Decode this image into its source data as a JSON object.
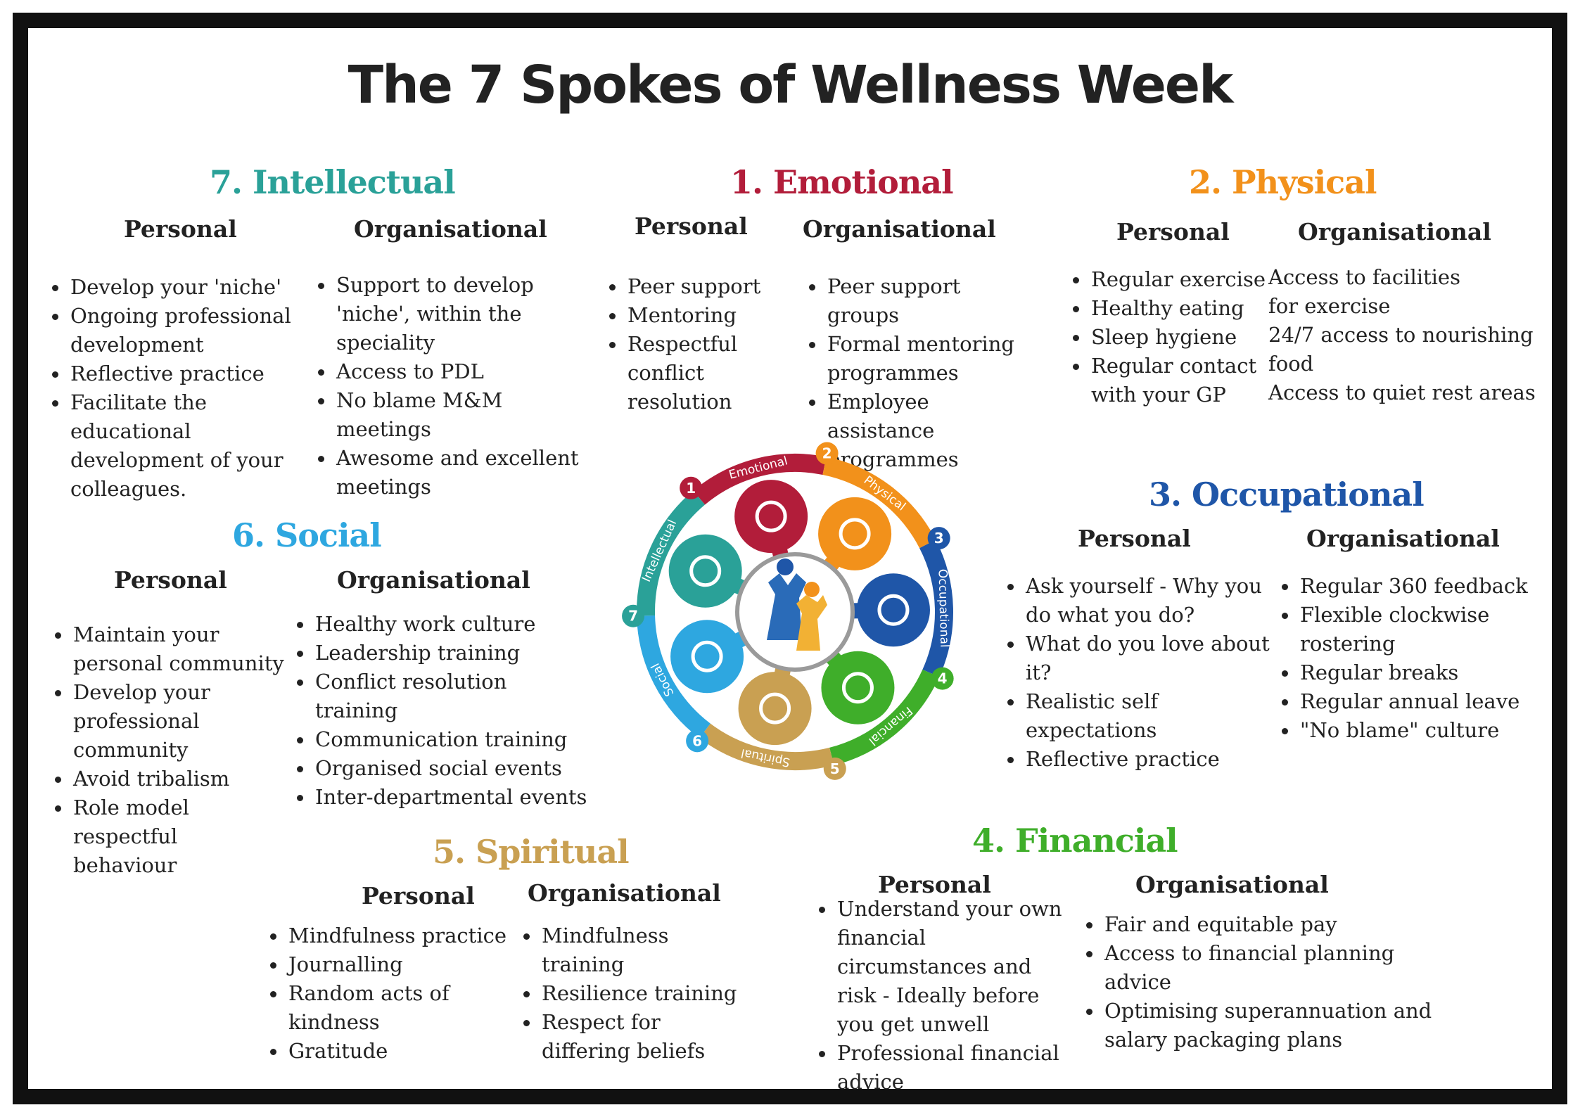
{
  "title": "The 7 Spokes of Wellness Week",
  "colors": {
    "emotional": "#b21d3a",
    "physical": "#f2911b",
    "occupational": "#1f56a8",
    "financial": "#3fae2a",
    "spiritual": "#c9a052",
    "social": "#2ea7e0",
    "intellectual": "#2aa198"
  },
  "sections": {
    "intellectual": {
      "title": "7. Intellectual",
      "personal_head": "Personal",
      "org_head": "Organisational",
      "personal": [
        "Develop your 'niche'",
        "Ongoing professional development",
        "Reflective practice",
        "Facilitate the educational development of your colleagues."
      ],
      "organisational": [
        "Support to develop 'niche', within the speciality",
        "Access to  PDL",
        "No blame M&M meetings",
        "Awesome and excellent meetings"
      ]
    },
    "emotional": {
      "title": "1. Emotional",
      "personal_head": "Personal",
      "org_head": "Organisational",
      "personal": [
        "Peer support",
        "Mentoring",
        "Respectful conflict resolution"
      ],
      "organisational": [
        "Peer support groups",
        "Formal mentoring programmes",
        "Employee assistance programmes"
      ]
    },
    "physical": {
      "title": "2. Physical",
      "personal_head": "Personal",
      "org_head": "Organisational",
      "personal": [
        "Regular exercise",
        "Healthy eating",
        "Sleep hygiene",
        "Regular contact with your GP"
      ],
      "organisational": [
        "Access to facilities",
        "for exercise",
        "24/7 access to nourishing",
        "food",
        "Access to quiet rest areas"
      ]
    },
    "social": {
      "title": "6. Social",
      "personal_head": "Personal",
      "org_head": "Organisational",
      "personal": [
        "Maintain your personal community",
        "Develop your professional community",
        "Avoid tribalism",
        "Role model respectful behaviour"
      ],
      "organisational": [
        "Healthy work culture",
        "Leadership training",
        "Conflict resolution training",
        "Communication training",
        "Organised social events",
        "Inter-departmental events"
      ]
    },
    "occupational": {
      "title": "3. Occupational",
      "personal_head": "Personal",
      "org_head": "Organisational",
      "personal": [
        "Ask yourself - Why you do what you do?",
        "What do you love about it?",
        "Realistic self expectations",
        "Reflective practice"
      ],
      "organisational": [
        "Regular 360  feedback",
        "Flexible clockwise rostering",
        "Regular breaks",
        "Regular annual leave",
        "\"No blame\" culture"
      ]
    },
    "spiritual": {
      "title": "5. Spiritual",
      "personal_head": "Personal",
      "org_head": "Organisational",
      "personal": [
        "Mindfulness practice",
        "Journalling",
        "Random acts of kindness",
        "Gratitude"
      ],
      "organisational": [
        "Mindfulness training",
        "Resilience training",
        "Respect for differing beliefs"
      ]
    },
    "financial": {
      "title": "4. Financial",
      "personal_head": "Personal",
      "org_head": "Organisational",
      "personal": [
        "Understand your own financial circumstances and risk - Ideally before you get unwell",
        "Professional financial advice"
      ],
      "organisational": [
        "Fair and equitable pay",
        "Access to financial planning advice",
        "Optimising superannuation and salary packaging plans"
      ]
    }
  },
  "wheel": {
    "labels": [
      "Emotional",
      "Physical",
      "Occupational",
      "Financial",
      "Spiritual",
      "Social",
      "Intellectual"
    ],
    "numbers": [
      "1",
      "2",
      "3",
      "4",
      "5",
      "6",
      "7"
    ],
    "icons": [
      "heart-ecg-icon",
      "weightlifter-icon",
      "briefcase-icon",
      "calculator-icon",
      "yin-yang-icon",
      "cycle-people-icon",
      "graduate-owl-icon",
      "athletes-icon"
    ]
  }
}
